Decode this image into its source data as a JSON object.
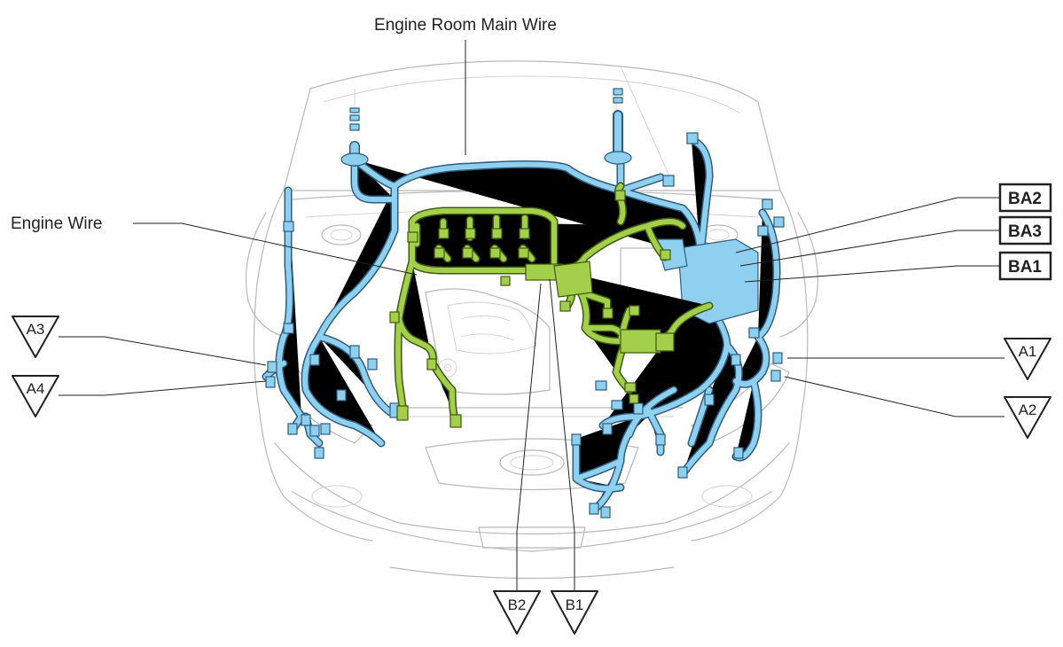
{
  "labels": {
    "engine_room_main_wire": "Engine Room Main Wire",
    "engine_wire": "Engine Wire"
  },
  "connector_groups": {
    "ba2": "BA2",
    "ba3": "BA3",
    "ba1": "BA1",
    "a1": "A1",
    "a2": "A2",
    "a3": "A3",
    "a4": "A4",
    "b1": "B1",
    "b2": "B2"
  },
  "colors": {
    "engine_room_main_wire": "#8fd0f0",
    "engine_wire": "#a3cf4b",
    "vehicle_outline": "#b9b9b9"
  }
}
